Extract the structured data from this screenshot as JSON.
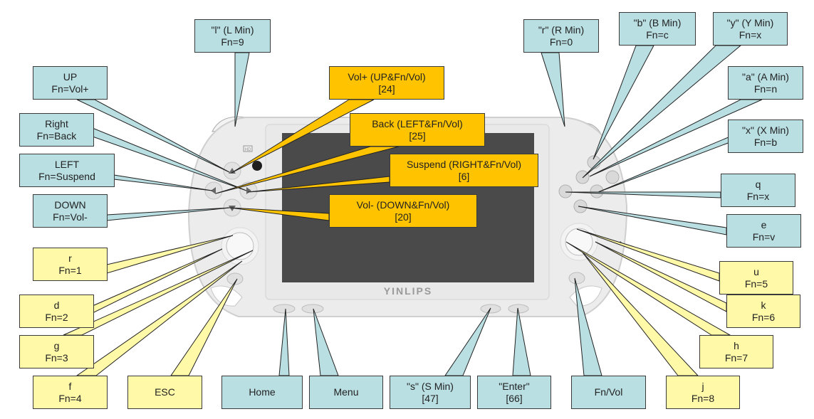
{
  "title": "Handheld console button mapping",
  "device": {
    "brand_label": "YINLIPS",
    "hd_label": "HD"
  },
  "colors": {
    "key_box": "#b9dfe3",
    "number_box": "#fff9a8",
    "fn_combo_box": "#ffc300",
    "device_body": "#ececec",
    "screen": "#4a4a4a"
  },
  "callouts": [
    {
      "id": "l-shoulder",
      "style": "blue",
      "line1": "\"l\" (L Min)",
      "line2": "Fn=9"
    },
    {
      "id": "up",
      "style": "blue",
      "line1": "UP",
      "line2": "Fn=Vol+"
    },
    {
      "id": "right",
      "style": "blue",
      "line1": "Right",
      "line2": "Fn=Back"
    },
    {
      "id": "left",
      "style": "blue",
      "line1": "LEFT",
      "line2": "Fn=Suspend"
    },
    {
      "id": "down",
      "style": "blue",
      "line1": "DOWN",
      "line2": "Fn=Vol-"
    },
    {
      "id": "vol-plus",
      "style": "gold",
      "line1": "Vol+ (UP&Fn/Vol)",
      "line2": "[24]"
    },
    {
      "id": "back",
      "style": "gold",
      "line1": "Back (LEFT&Fn/Vol)",
      "line2": "[25]"
    },
    {
      "id": "suspend",
      "style": "gold",
      "line1": "Suspend (RIGHT&Fn/Vol)",
      "line2": "[6]"
    },
    {
      "id": "vol-minus",
      "style": "gold",
      "line1": "Vol- (DOWN&Fn/Vol)",
      "line2": "[20]"
    },
    {
      "id": "r-shoulder",
      "style": "blue",
      "line1": "\"r\" (R Min)",
      "line2": "Fn=0"
    },
    {
      "id": "b-button",
      "style": "blue",
      "line1": "\"b\" (B Min)",
      "line2": "Fn=c"
    },
    {
      "id": "y-button",
      "style": "blue",
      "line1": "\"y\" (Y Min)",
      "line2": "Fn=x"
    },
    {
      "id": "a-button",
      "style": "blue",
      "line1": "\"a\" (A Min)",
      "line2": "Fn=n"
    },
    {
      "id": "x-button",
      "style": "blue",
      "line1": "\"x\" (X Min)",
      "line2": "Fn=b"
    },
    {
      "id": "q-button",
      "style": "blue",
      "line1": "q",
      "line2": "Fn=x"
    },
    {
      "id": "e-button",
      "style": "blue",
      "line1": "e",
      "line2": "Fn=v"
    },
    {
      "id": "r-stick",
      "style": "yellow",
      "line1": "r",
      "line2": "Fn=1"
    },
    {
      "id": "d-stick",
      "style": "yellow",
      "line1": "d",
      "line2": "Fn=2"
    },
    {
      "id": "g-stick",
      "style": "yellow",
      "line1": "g",
      "line2": "Fn=3"
    },
    {
      "id": "f-stick",
      "style": "yellow",
      "line1": "f",
      "line2": "Fn=4"
    },
    {
      "id": "esc",
      "style": "yellow",
      "line1": "ESC",
      "line2": ""
    },
    {
      "id": "home",
      "style": "blue",
      "line1": "Home",
      "line2": ""
    },
    {
      "id": "menu",
      "style": "blue",
      "line1": "Menu",
      "line2": ""
    },
    {
      "id": "s-button",
      "style": "blue",
      "line1": "\"s\" (S Min)",
      "line2": "[47]"
    },
    {
      "id": "enter",
      "style": "blue",
      "line1": "\"Enter\"",
      "line2": "[66]"
    },
    {
      "id": "fn-vol",
      "style": "blue",
      "line1": "Fn/Vol",
      "line2": ""
    },
    {
      "id": "u-stick",
      "style": "yellow",
      "line1": "u",
      "line2": "Fn=5"
    },
    {
      "id": "k-stick",
      "style": "yellow",
      "line1": "k",
      "line2": "Fn=6"
    },
    {
      "id": "h-stick",
      "style": "yellow",
      "line1": "h",
      "line2": "Fn=7"
    },
    {
      "id": "j-stick",
      "style": "yellow",
      "line1": "j",
      "line2": "Fn=8"
    }
  ]
}
